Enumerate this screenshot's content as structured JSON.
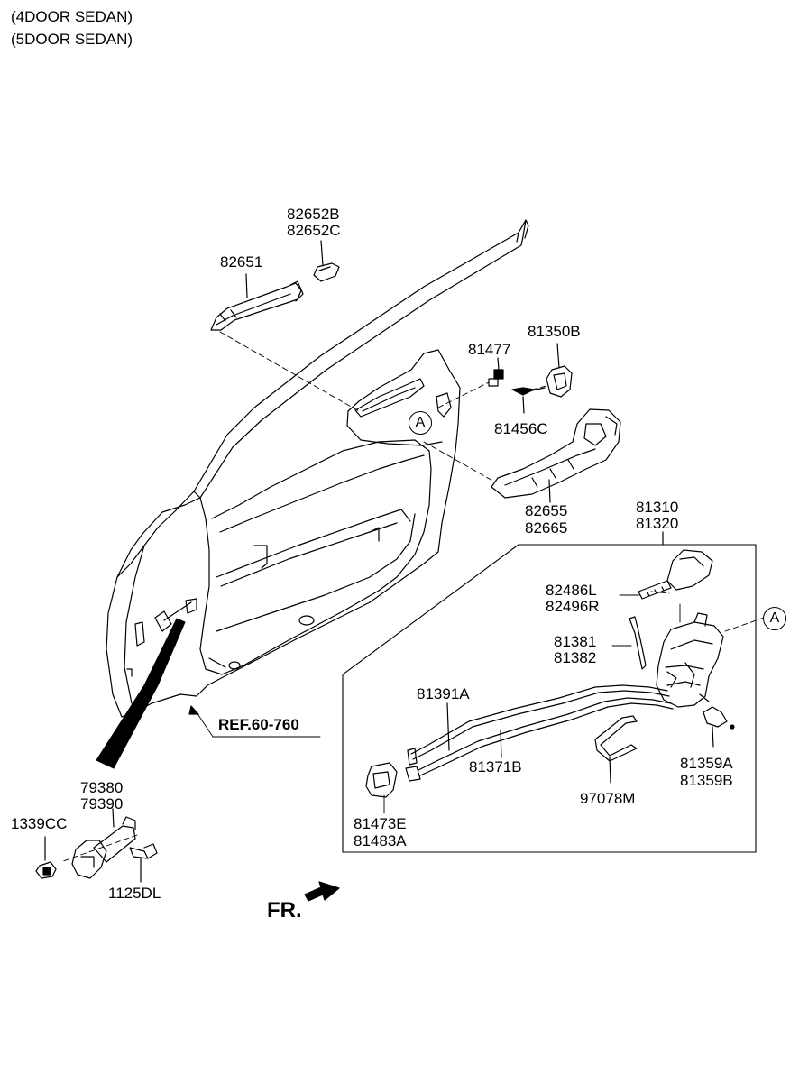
{
  "header": {
    "line1": "(4DOOR SEDAN)",
    "line2": "(5DOOR SEDAN)"
  },
  "parts": {
    "p82652B": "82652B",
    "p82652C": "82652C",
    "p82651": "82651",
    "p81477": "81477",
    "p81350B": "81350B",
    "p81456C": "81456C",
    "p82655": "82655",
    "p82665": "82665",
    "p81310": "81310",
    "p81320": "81320",
    "p82486L": "82486L",
    "p82496R": "82496R",
    "p81381": "81381",
    "p81382": "81382",
    "p81391A": "81391A",
    "p81371B": "81371B",
    "p97078M": "97078M",
    "p81359A": "81359A",
    "p81359B": "81359B",
    "p81473E": "81473E",
    "p81483A": "81483A",
    "p79380": "79380",
    "p79390": "79390",
    "p1339CC": "1339CC",
    "p1125DL": "1125DL"
  },
  "reference": "REF.60-760",
  "circle_label": "A",
  "front_label": "FR."
}
